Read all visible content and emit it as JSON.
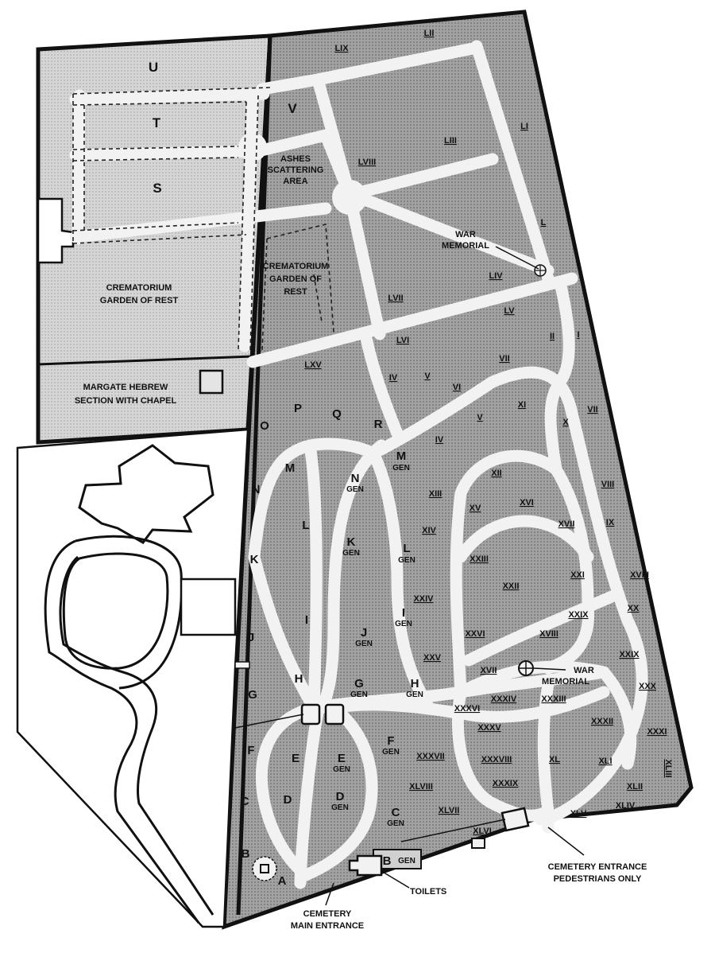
{
  "map": {
    "colors": {
      "upper_area": "#cfcfcf",
      "cemetery_area": "#9a9a9a",
      "outline": "#111111",
      "paths": "#f2f2f2"
    },
    "areas": {
      "crematorium_left": [
        "CREMATORIUM",
        "GARDEN OF REST"
      ],
      "hebrew": [
        "MARGATE HEBREW",
        "SECTION WITH CHAPEL"
      ],
      "ashes": [
        "ASHES",
        "SCATTERING",
        "AREA"
      ],
      "crematorium_center": [
        "CREMATORIUM",
        "GARDEN OF",
        "REST"
      ],
      "war_memorial_top": [
        "WAR",
        "MEMORIAL"
      ],
      "war_memorial_mid": [
        "WAR",
        "MEMORIAL"
      ],
      "pedestrian_entrance": [
        "CEMETERY ENTRANCE",
        "PEDESTRIANS ONLY"
      ],
      "main_entrance": [
        "CEMETERY",
        "MAIN ENTRANCE"
      ],
      "toilets": "TOILETS"
    },
    "sections": {
      "U": "U",
      "T": "T",
      "S": "S",
      "V": "V",
      "O": "O",
      "P": "P",
      "Q": "Q",
      "R": "R",
      "M_left": "M",
      "N_left": "N",
      "N_gen": "N",
      "M_gen": "M",
      "L_left": "L",
      "K_left": "K",
      "K_gen": "K",
      "L_gen": "L",
      "I_left": "I",
      "J_left": "J",
      "J_gen": "J",
      "I_gen": "I",
      "H_left": "H",
      "G_left": "G",
      "G_gen": "G",
      "H_gen": "H",
      "F_left": "F",
      "E_left": "E",
      "E_gen": "E",
      "F_gen": "F",
      "D_left": "D",
      "C_left": "C",
      "D_gen": "D",
      "C_gen": "C",
      "B_left": "B",
      "A": "A",
      "B_gen": "B",
      "gen": "GEN"
    },
    "roman": {
      "LIX": "LIX",
      "LII": "LII",
      "LI": "LI",
      "LIII": "LIII",
      "LVIII": "LVIII",
      "L": "L",
      "LIV": "LIV",
      "LVII": "LVII",
      "LV": "LV",
      "LVI": "LVI",
      "LXV": "LXV",
      "II": "II",
      "I": "I",
      "VII_top": "VII",
      "IV_a": "IV",
      "V_a": "V",
      "VI": "VI",
      "XI": "XI",
      "VII_right": "VII",
      "V_b": "V",
      "X": "X",
      "IV_b": "IV",
      "XII": "XII",
      "XIII": "XIII",
      "VIII": "VIII",
      "XV": "XV",
      "XVI": "XVI",
      "XIV": "XIV",
      "XVII": "XVII",
      "IX": "IX",
      "XXIII": "XXIII",
      "XXI": "XXI",
      "XVIII": "XVIII",
      "XXII": "XXII",
      "XXIV": "XXIV",
      "XXIX": "XXIX",
      "XX": "XX",
      "XXVI": "XXVI",
      "XVIII_b": "XVIII",
      "XXV": "XXV",
      "XXIX_b": "XXIX",
      "XVII_b": "XVII",
      "XXX": "XXX",
      "XXXVI": "XXXVI",
      "XXXIV": "XXXIV",
      "XXXIII": "XXXIII",
      "XXXV": "XXXV",
      "XXXII": "XXXII",
      "XXXI": "XXXI",
      "XXXVII": "XXXVII",
      "XXXVIII": "XXXVIII",
      "XL": "XL",
      "XLI": "XLI",
      "XLIII": "XLIII",
      "XLVIII": "XLVIII",
      "XXXIX": "XXXIX",
      "XLII": "XLII",
      "XLVII": "XLVII",
      "XLV": "XLV",
      "XLIV": "XLIV",
      "XLVI": "XLVI"
    }
  }
}
